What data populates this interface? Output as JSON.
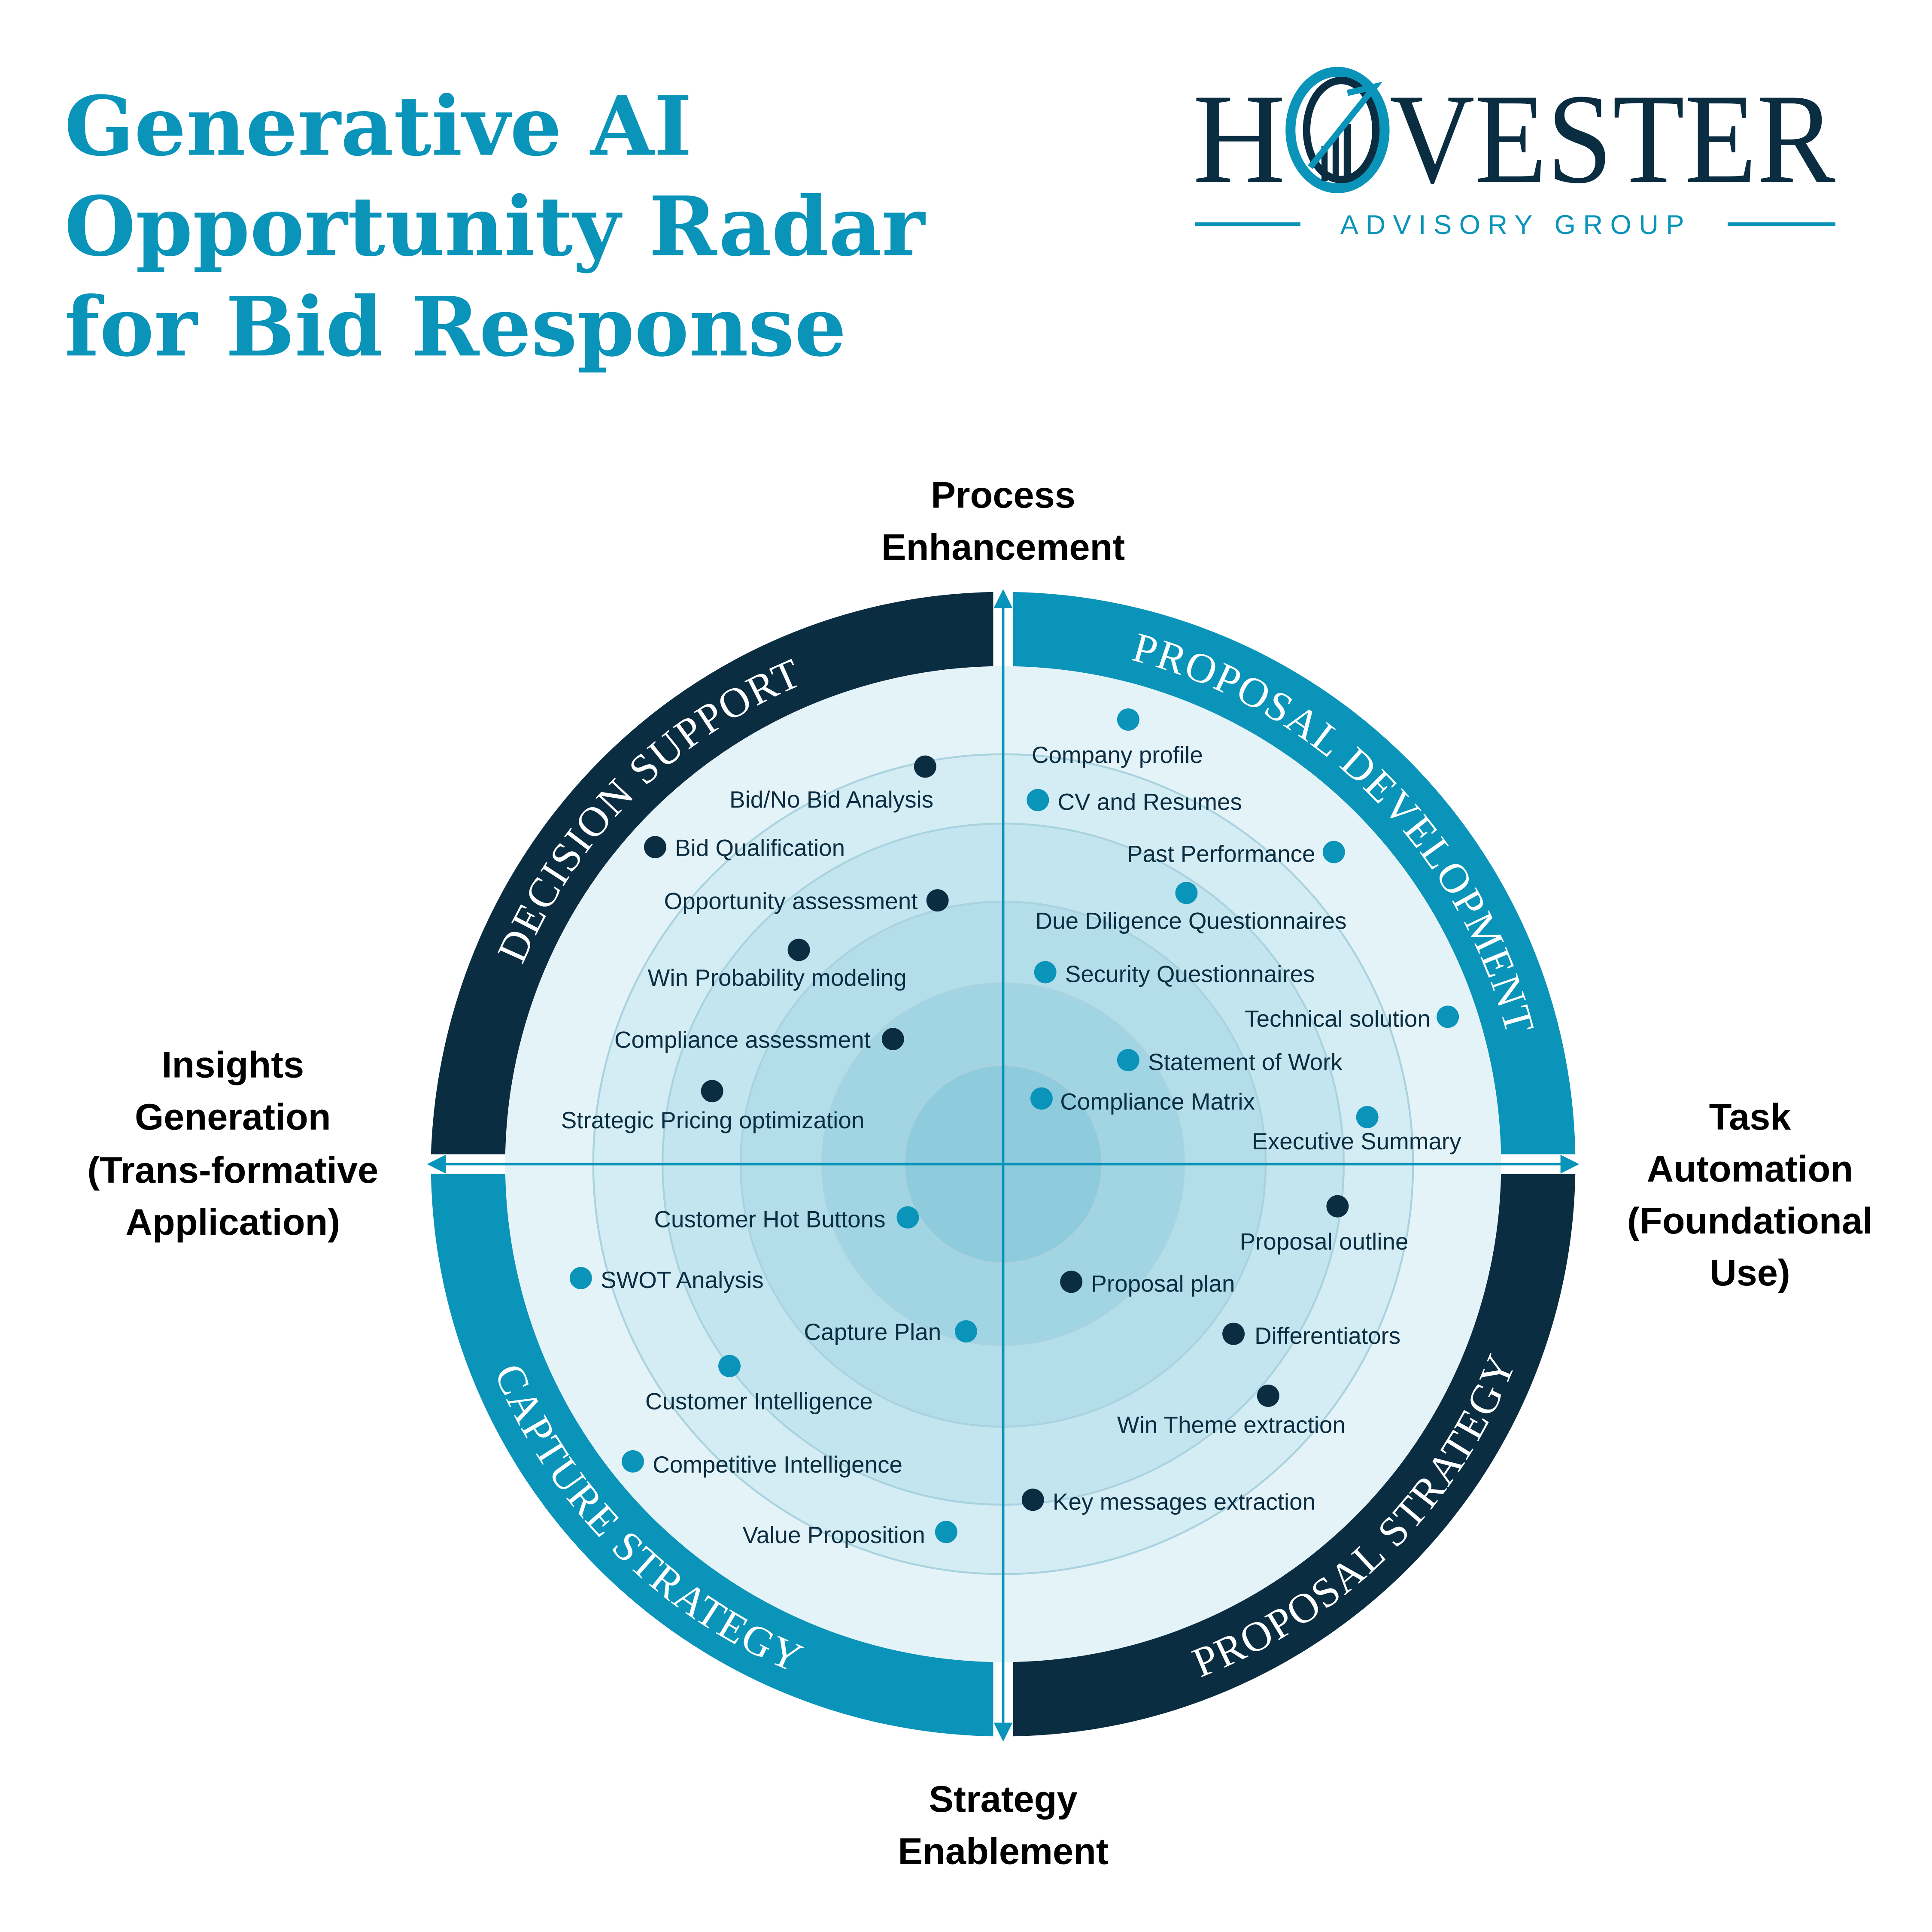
{
  "title": {
    "lines": [
      "Generative AI",
      "Opportunity Radar",
      "for Bid Response"
    ]
  },
  "logo": {
    "first": "H",
    "rest": "VESTER",
    "name": "HOVESTER",
    "sub": "ADVISORY GROUP"
  },
  "axes": {
    "top": [
      "Process",
      "Enhancement"
    ],
    "left": [
      "Insights",
      "Generation",
      "(Trans-formative",
      "Application)"
    ],
    "right": [
      "Task",
      "Automation",
      "(Foundational",
      "Use)"
    ],
    "bottom": [
      "Strategy",
      "Enablement"
    ]
  },
  "quadrants": {
    "top_left": "DECISION SUPPORT",
    "top_right": "PROPOSAL DEVELOPMENT",
    "bottom_left": "CAPTURE STRATEGY",
    "bottom_right": "PROPOSAL STRATEGY"
  },
  "colors": {
    "dark": "#0b2d42",
    "teal": "#0a94b9"
  },
  "items": [
    {
      "label": "Company profile",
      "quadrant": "top_right"
    },
    {
      "label": "CV and Resumes",
      "quadrant": "top_right"
    },
    {
      "label": "Past Performance",
      "quadrant": "top_right"
    },
    {
      "label": "Due Diligence Questionnaires",
      "quadrant": "top_right"
    },
    {
      "label": "Security Questionnaires",
      "quadrant": "top_right"
    },
    {
      "label": "Technical solution",
      "quadrant": "top_right"
    },
    {
      "label": "Statement of Work",
      "quadrant": "top_right"
    },
    {
      "label": "Compliance Matrix",
      "quadrant": "top_right"
    },
    {
      "label": "Executive Summary",
      "quadrant": "top_right"
    },
    {
      "label": "Bid/No Bid Analysis",
      "quadrant": "top_left"
    },
    {
      "label": "Bid Qualification",
      "quadrant": "top_left"
    },
    {
      "label": "Opportunity assessment",
      "quadrant": "top_left"
    },
    {
      "label": "Win Probability modeling",
      "quadrant": "top_left"
    },
    {
      "label": "Compliance assessment",
      "quadrant": "top_left"
    },
    {
      "label": "Strategic Pricing optimization",
      "quadrant": "top_left"
    },
    {
      "label": "Customer Hot Buttons",
      "quadrant": "bottom_left"
    },
    {
      "label": "SWOT Analysis",
      "quadrant": "bottom_left"
    },
    {
      "label": "Capture Plan",
      "quadrant": "bottom_left"
    },
    {
      "label": "Customer Intelligence",
      "quadrant": "bottom_left"
    },
    {
      "label": "Competitive Intelligence",
      "quadrant": "bottom_left"
    },
    {
      "label": "Value Proposition",
      "quadrant": "bottom_left"
    },
    {
      "label": "Proposal outline",
      "quadrant": "bottom_right"
    },
    {
      "label": "Proposal plan",
      "quadrant": "bottom_right"
    },
    {
      "label": "Differentiators",
      "quadrant": "bottom_right"
    },
    {
      "label": "Win Theme extraction",
      "quadrant": "bottom_right"
    },
    {
      "label": "Key messages extraction",
      "quadrant": "bottom_right"
    }
  ]
}
